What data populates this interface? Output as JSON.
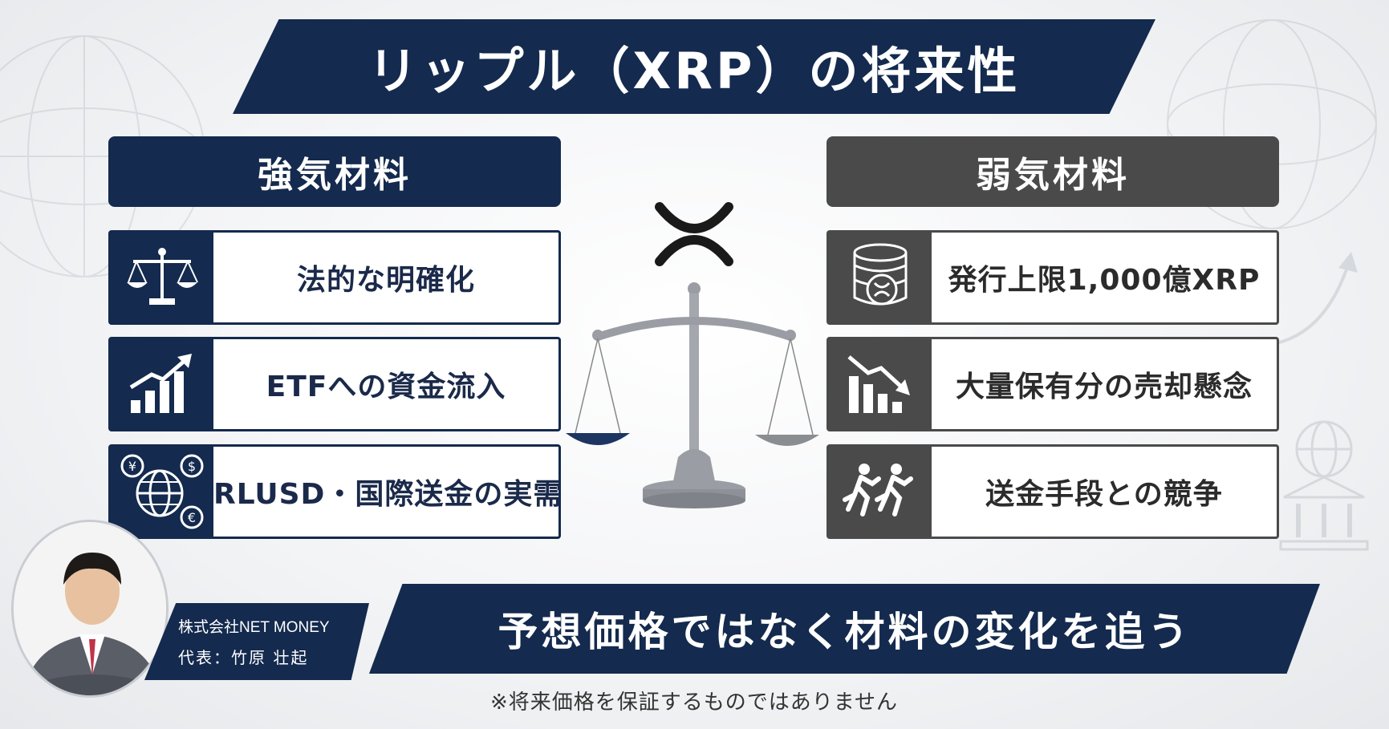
{
  "title": "リップル（XRP）の将来性",
  "bull": {
    "header": "強気材料",
    "items": [
      {
        "label": "法的な明確化",
        "icon": "scales-icon"
      },
      {
        "label": "ETFへの資金流入",
        "icon": "bar-chart-up-icon"
      },
      {
        "label": "RLUSD・国際送金の実需",
        "icon": "globe-currency-icon"
      }
    ]
  },
  "bear": {
    "header": "弱気材料",
    "items": [
      {
        "label": "発行上限1,000億XRP",
        "icon": "coin-stack-icon"
      },
      {
        "label": "大量保有分の売却懸念",
        "icon": "bar-chart-down-icon"
      },
      {
        "label": "送金手段との競争",
        "icon": "runners-icon"
      }
    ]
  },
  "presenter": {
    "company": "株式会社NET MONEY",
    "name": "代表：竹原 壮起"
  },
  "banner": "予想価格ではなく材料の変化を追う",
  "disclaimer": "※将来価格を保証するものではありません",
  "colors": {
    "navy": "#142a4e",
    "gray": "#4a4a4a",
    "white": "#ffffff"
  }
}
